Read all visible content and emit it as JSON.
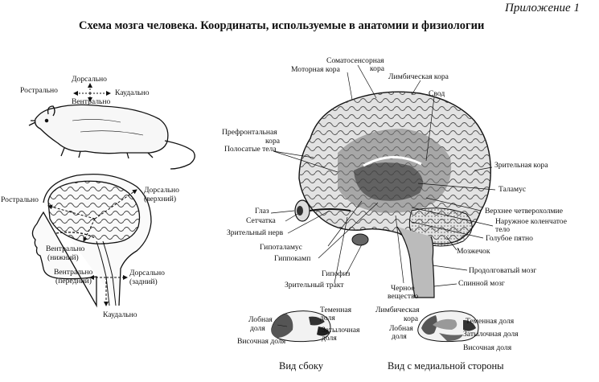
{
  "appendix": "Приложение 1",
  "title": "Схема мозга человека. Координаты, используемые в анатомии и физиологии",
  "rat": {
    "dorsal": "Дорсально",
    "rostral": "Рострально",
    "caudal": "Каудально",
    "ventral": "Вентрально"
  },
  "head": {
    "rostral": "Рострально",
    "dorsal_top_1": "Дорсально",
    "dorsal_top_2": "(верхний)",
    "ventral_low_1": "Вентрально",
    "ventral_low_2": "(нижний)",
    "ventral_front_1": "Вентрально",
    "ventral_front_2": "(передний)",
    "dorsal_back_1": "Дорсально",
    "dorsal_back_2": "(задний)",
    "caudal": "Каудально"
  },
  "brain_labels": {
    "somatosensory_1": "Соматосенсорная",
    "somatosensory_2": "кора",
    "motor": "Моторная кора",
    "limbic": "Лимбическая кора",
    "fornix": "Свод",
    "prefrontal_1": "Префронтальная",
    "prefrontal_2": "кора",
    "striatum": "Полосатые тела",
    "visual": "Зрительная кора",
    "thalamus": "Таламус",
    "eye": "Глаз",
    "retina": "Сетчатка",
    "optic_nerve": "Зрительный нерв",
    "superior_colliculus": "Верхнее четверохолмие",
    "lateral_geniculate_1": "Наружное коленчатое",
    "lateral_geniculate_2": "тело",
    "locus_coeruleus": "Голубое пятно",
    "hypothalamus": "Гипоталамус",
    "hippocampus": "Гиппокамп",
    "cerebellum": "Мозжечок",
    "pituitary": "Гипофиз",
    "medulla": "Продолговатый мозг",
    "optic_tract": "Зрительный тракт",
    "substantia_nigra_1": "Черное",
    "substantia_nigra_2": "вещество",
    "spinal_cord": "Спинной мозг"
  },
  "side_view": {
    "frontal_1": "Лобная",
    "frontal_2": "доля",
    "parietal_1": "Теменная",
    "parietal_2": "доля",
    "occipital_1": "Затылочная",
    "occipital_2": "доля",
    "temporal": "Височная доля",
    "caption": "Вид сбоку"
  },
  "medial_view": {
    "limbic_1": "Лимбическая",
    "limbic_2": "кора",
    "frontal_1": "Лобная",
    "frontal_2": "доля",
    "parietal": "Теменная доля",
    "occipital": "Затылочная доля",
    "temporal": "Височная доля",
    "caption": "Вид с медиальной стороны"
  }
}
